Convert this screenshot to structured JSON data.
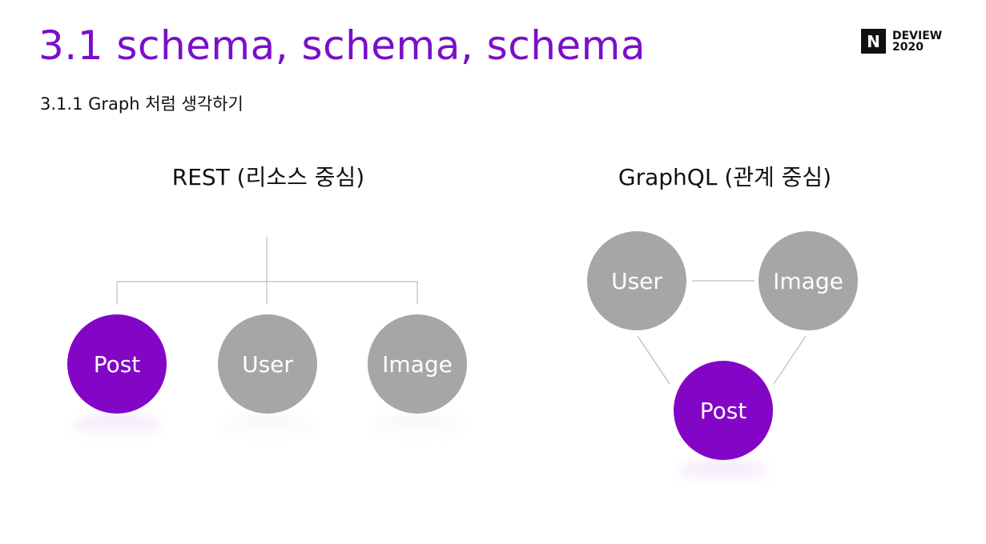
{
  "slide": {
    "title": "3.1 schema, schema, schema",
    "subtitle": "3.1.1 Graph 처럼 생각하기"
  },
  "logo": {
    "mark": "N",
    "line1": "DEVIEW",
    "line2": "2020"
  },
  "rest": {
    "heading": "REST (리소스 중심)",
    "nodes": [
      "Post",
      "User",
      "Image"
    ]
  },
  "graphql": {
    "heading": "GraphQL (관계 중심)",
    "nodes": [
      "User",
      "Image",
      "Post"
    ]
  },
  "colors": {
    "accent": "#8306c7",
    "title": "#7a0fc9",
    "node_grey": "#a6a7a5",
    "line": "#bdbdbd"
  }
}
